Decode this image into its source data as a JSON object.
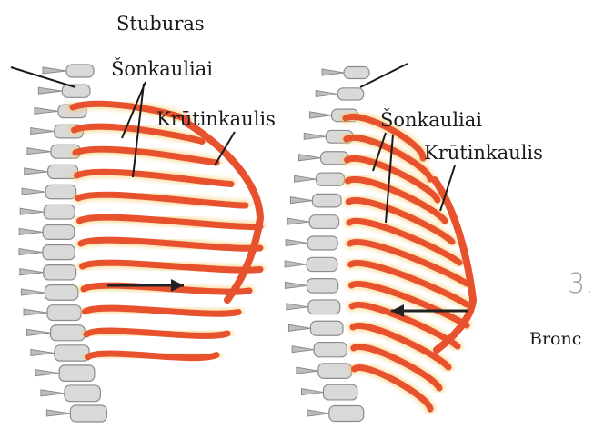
{
  "labels": {
    "spine": "Stuburas",
    "ribs_left": "Šonkauliai",
    "sternum_left": "Krūtinkaulis",
    "ribs_right": "Šonkauliai",
    "sternum_right": "Krūtinkaulis",
    "handwritten": "3.",
    "truncated": "Bronc"
  },
  "colors": {
    "rib": "#e8512e",
    "rib_glow": "#f7c96a",
    "bone": "#d9d9d9",
    "bone_shadow": "#8c8c8c",
    "arrow": "#222222"
  },
  "figures": [
    {
      "state": "inhale",
      "arrow_direction": "right"
    },
    {
      "state": "exhale",
      "arrow_direction": "left"
    }
  ]
}
